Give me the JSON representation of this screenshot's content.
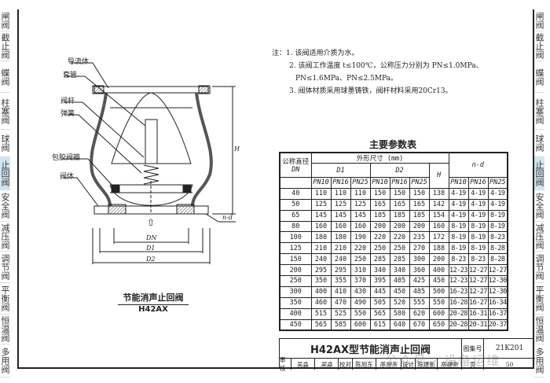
{
  "side_tabs": [
    {
      "label": "闸阀"
    },
    {
      "label": "截止阀"
    },
    {
      "label": "蝶阀"
    },
    {
      "label": "柱塞阀"
    },
    {
      "label": "球阀"
    },
    {
      "label": "止回阀",
      "active": true
    },
    {
      "label": "安全阀"
    },
    {
      "label": "减压阀"
    },
    {
      "label": "调节阀"
    },
    {
      "label": "平衡阀"
    },
    {
      "label": "恒温阀"
    },
    {
      "label": "多用阀"
    }
  ],
  "notes": {
    "prefix": "注：",
    "n1": "1. 该阀适用介质为水。",
    "n2a": "2. 该阀工作温度 t≤100℃，公称压力分别为 PN≤1.0MPa、",
    "n2b": "PN≤1.6MPa、PN≤2.5MPa。",
    "n3": "3. 阀体材质采用球墨铸铁，阀杆材料采用20Cr13。"
  },
  "drawing": {
    "labels": {
      "guide": "导流体",
      "sleeve": "套管",
      "stem": "阀杆",
      "spring": "弹簧",
      "disc": "包胶阀瓣",
      "body": "阀体"
    },
    "dims": {
      "dn": "DN",
      "d1": "D1",
      "d2": "D2",
      "h": "H",
      "nd": "n-d"
    },
    "arrow": "⇧",
    "caption": "节能消声止回阀",
    "model": "H42AX"
  },
  "table": {
    "title": "主要参数表",
    "h_dn1": "公称直径",
    "h_dn2": "DN",
    "h_dims": "外形尺寸 (mm)",
    "h_d1": "D1",
    "h_d2": "D2",
    "h_h": "H",
    "h_nd": "n-d",
    "pn": [
      "PN10",
      "PN16",
      "PN25"
    ],
    "rows": [
      [
        "40",
        "110",
        "110",
        "110",
        "150",
        "150",
        "150",
        "138",
        "4-19",
        "4-19",
        "4-19"
      ],
      [
        "50",
        "125",
        "125",
        "125",
        "165",
        "165",
        "165",
        "142",
        "4-19",
        "4-19",
        "4-19"
      ],
      [
        "65",
        "145",
        "145",
        "145",
        "185",
        "185",
        "185",
        "154",
        "4-19",
        "4-19",
        "8-19"
      ],
      [
        "80",
        "160",
        "160",
        "160",
        "200",
        "200",
        "200",
        "160",
        "8-19",
        "8-19",
        "8-19"
      ],
      [
        "100",
        "180",
        "180",
        "190",
        "220",
        "220",
        "235",
        "172",
        "8-19",
        "8-19",
        "8-23"
      ],
      [
        "125",
        "210",
        "210",
        "220",
        "250",
        "250",
        "270",
        "188",
        "8-19",
        "8-19",
        "8-28"
      ],
      [
        "150",
        "240",
        "240",
        "250",
        "285",
        "285",
        "300",
        "200",
        "8-23",
        "8-23",
        "8-28"
      ],
      [
        "200",
        "295",
        "295",
        "310",
        "340",
        "340",
        "360",
        "400",
        "12-23",
        "12-27",
        "12-27"
      ],
      [
        "250",
        "350",
        "355",
        "370",
        "395",
        "405",
        "425",
        "450",
        "12-23",
        "12-27",
        "12-30"
      ],
      [
        "300",
        "400",
        "410",
        "430",
        "445",
        "450",
        "485",
        "500",
        "16-23",
        "12-27",
        "12-30"
      ],
      [
        "350",
        "460",
        "470",
        "490",
        "505",
        "520",
        "555",
        "550",
        "16-28",
        "16-27",
        "16-34"
      ],
      [
        "400",
        "515",
        "525",
        "550",
        "565",
        "580",
        "620",
        "600",
        "20-28",
        "16-31",
        "16-37"
      ],
      [
        "450",
        "565",
        "585",
        "600",
        "615",
        "640",
        "670",
        "650",
        "20-28",
        "20-31",
        "20-37"
      ]
    ]
  },
  "title_block": {
    "name": "H42AX型节能消声止回阀",
    "atlas_label": "图集号",
    "atlas_value": "21K201",
    "review": "审核",
    "reviewer": "吴淼",
    "reviewer_sig": "吴淼",
    "check": "校对",
    "checker": "陈旭东",
    "checker_sig": "陈旭东",
    "design": "设计",
    "designer": "陈建新",
    "designer_sig": "陈建新",
    "page_label": "页",
    "page_value": "50"
  },
  "watermark": "公众号 · 设备运维"
}
